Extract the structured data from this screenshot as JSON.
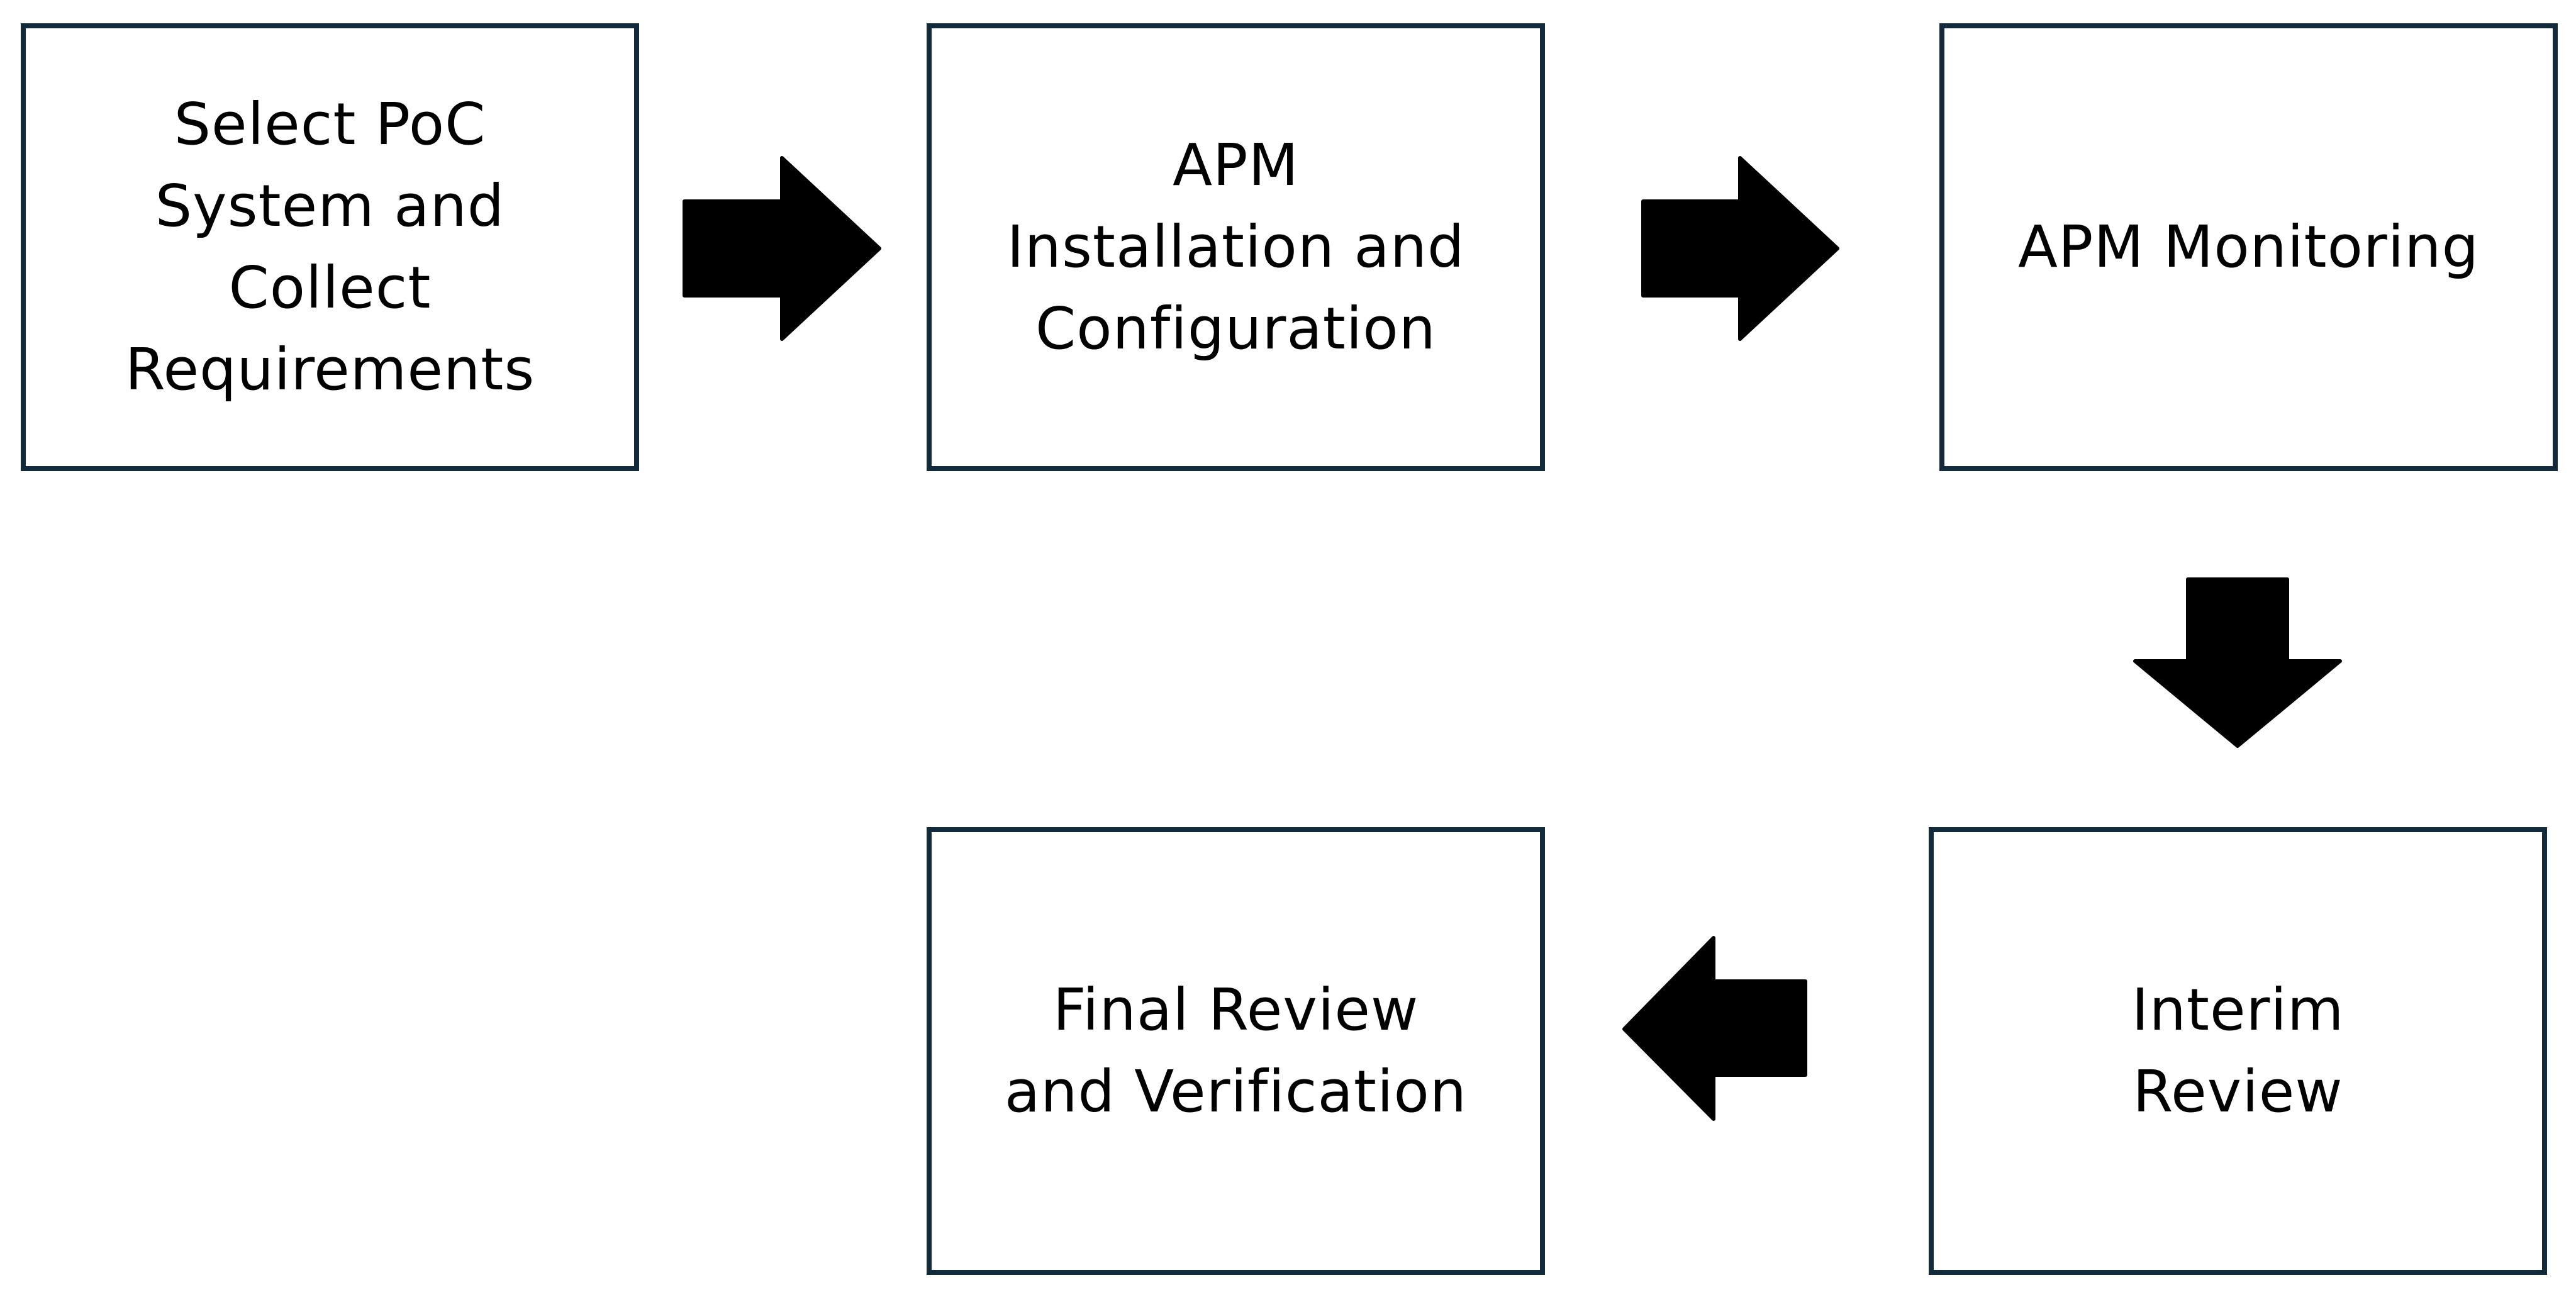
{
  "diagram": {
    "steps": [
      {
        "id": "select",
        "label": "Select PoC\nSystem and\nCollect\nRequirements"
      },
      {
        "id": "install",
        "label": "APM\nInstallation and\nConfiguration"
      },
      {
        "id": "monitor",
        "label": "APM Monitoring"
      },
      {
        "id": "interim",
        "label": "Interim\nReview"
      },
      {
        "id": "final",
        "label": "Final Review\nand Verification"
      }
    ],
    "flow": [
      "select",
      "install",
      "monitor",
      "interim",
      "final"
    ],
    "colors": {
      "box_border": "#122a3a",
      "arrow_fill": "#000000",
      "text": "#000000",
      "background": "#ffffff"
    }
  }
}
